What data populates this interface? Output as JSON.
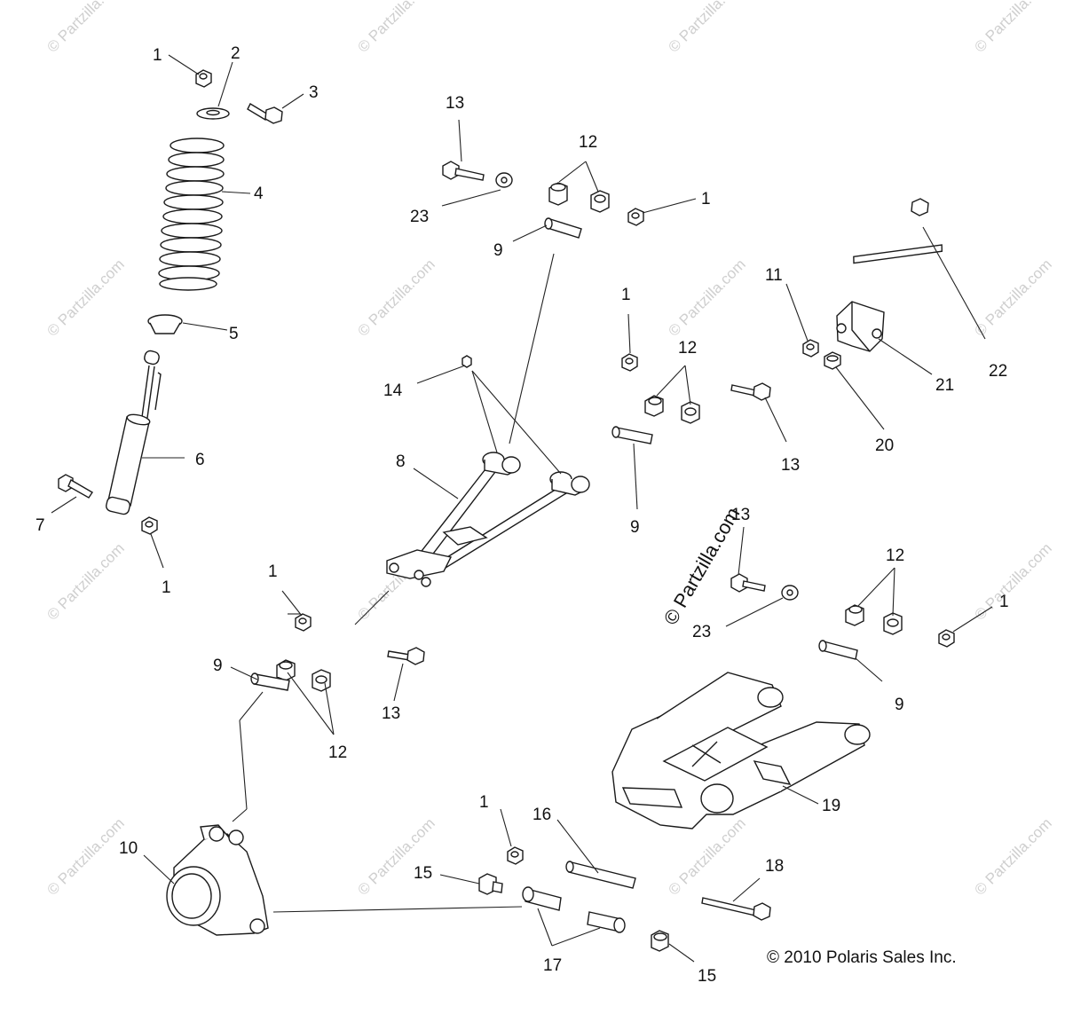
{
  "callouts": [
    "1",
    "2",
    "3",
    "4",
    "5",
    "6",
    "7",
    "8",
    "9",
    "10",
    "11",
    "12",
    "13",
    "14",
    "15",
    "16",
    "17",
    "18",
    "19",
    "20",
    "21",
    "22",
    "23"
  ],
  "watermark": "© Partzilla.com",
  "brand_stamp": "© Partzilla.com",
  "copyright": "© 2010 Polaris Sales Inc."
}
